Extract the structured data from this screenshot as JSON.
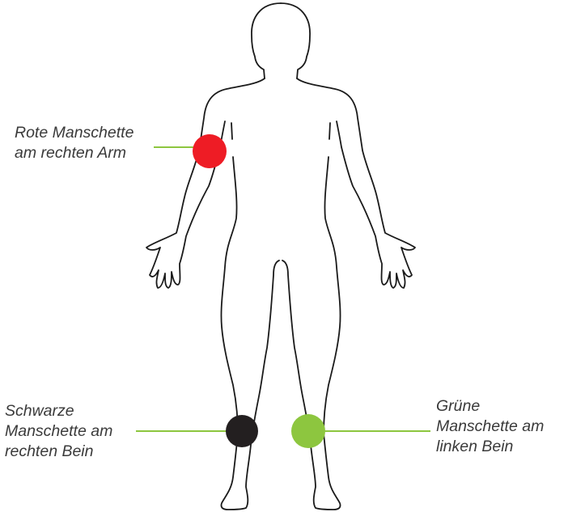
{
  "colors": {
    "outline": "#1a1a1a",
    "leader_line": "#8dc63f",
    "red_cuff": "#ee1c25",
    "black_cuff": "#231f20",
    "green_cuff": "#8dc63f",
    "text": "#3a3a3a"
  },
  "labels": {
    "right_arm": {
      "line1": "Rote Manschette",
      "line2": "am rechten Arm"
    },
    "right_leg": {
      "line1": "Schwarze",
      "line2": "Manschette am",
      "line3": "rechten Bein"
    },
    "left_leg": {
      "line1": "Grüne",
      "line2": "Manschette am",
      "line3": "linken Bein"
    }
  }
}
